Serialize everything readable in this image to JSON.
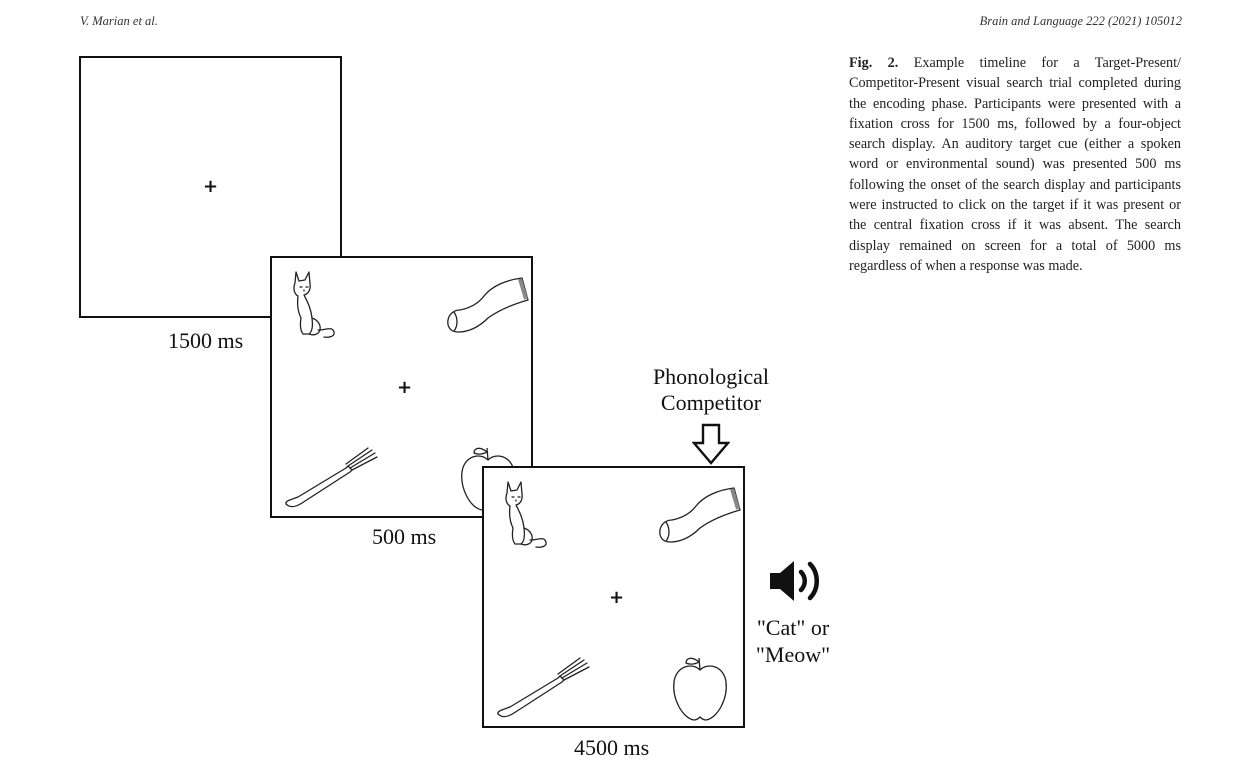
{
  "header": {
    "left": "V. Marian et al.",
    "right": "Brain and Language 222 (2021) 105012"
  },
  "figure": {
    "cross": "+",
    "durations": {
      "d1": "1500 ms",
      "d2": "500 ms",
      "d3": "4500 ms"
    },
    "competitor_label_line1": "Phonological",
    "competitor_label_line2": "Competitor",
    "cue_line1": "\"Cat\" or",
    "cue_line2": "\"Meow\"",
    "objects": [
      "cat-icon",
      "sock-icon",
      "fork-icon",
      "apple-icon"
    ],
    "icons": [
      "down-arrow-icon",
      "speaker-icon"
    ]
  },
  "caption": {
    "label": "Fig. 2.",
    "text": "Example timeline for a Target-Present/ Competitor-Present visual search trial completed during the encoding phase. Participants were presented with a fixation cross for 1500 ms, followed by a four-object search display. An auditory target cue (either a spoken word or environmental sound) was presented 500 ms following the onset of the search display and participants were instructed to click on the target if it was present or the central fixation cross if it was absent. The search display remained on screen for a total of 5000 ms regardless of when a response was made."
  }
}
